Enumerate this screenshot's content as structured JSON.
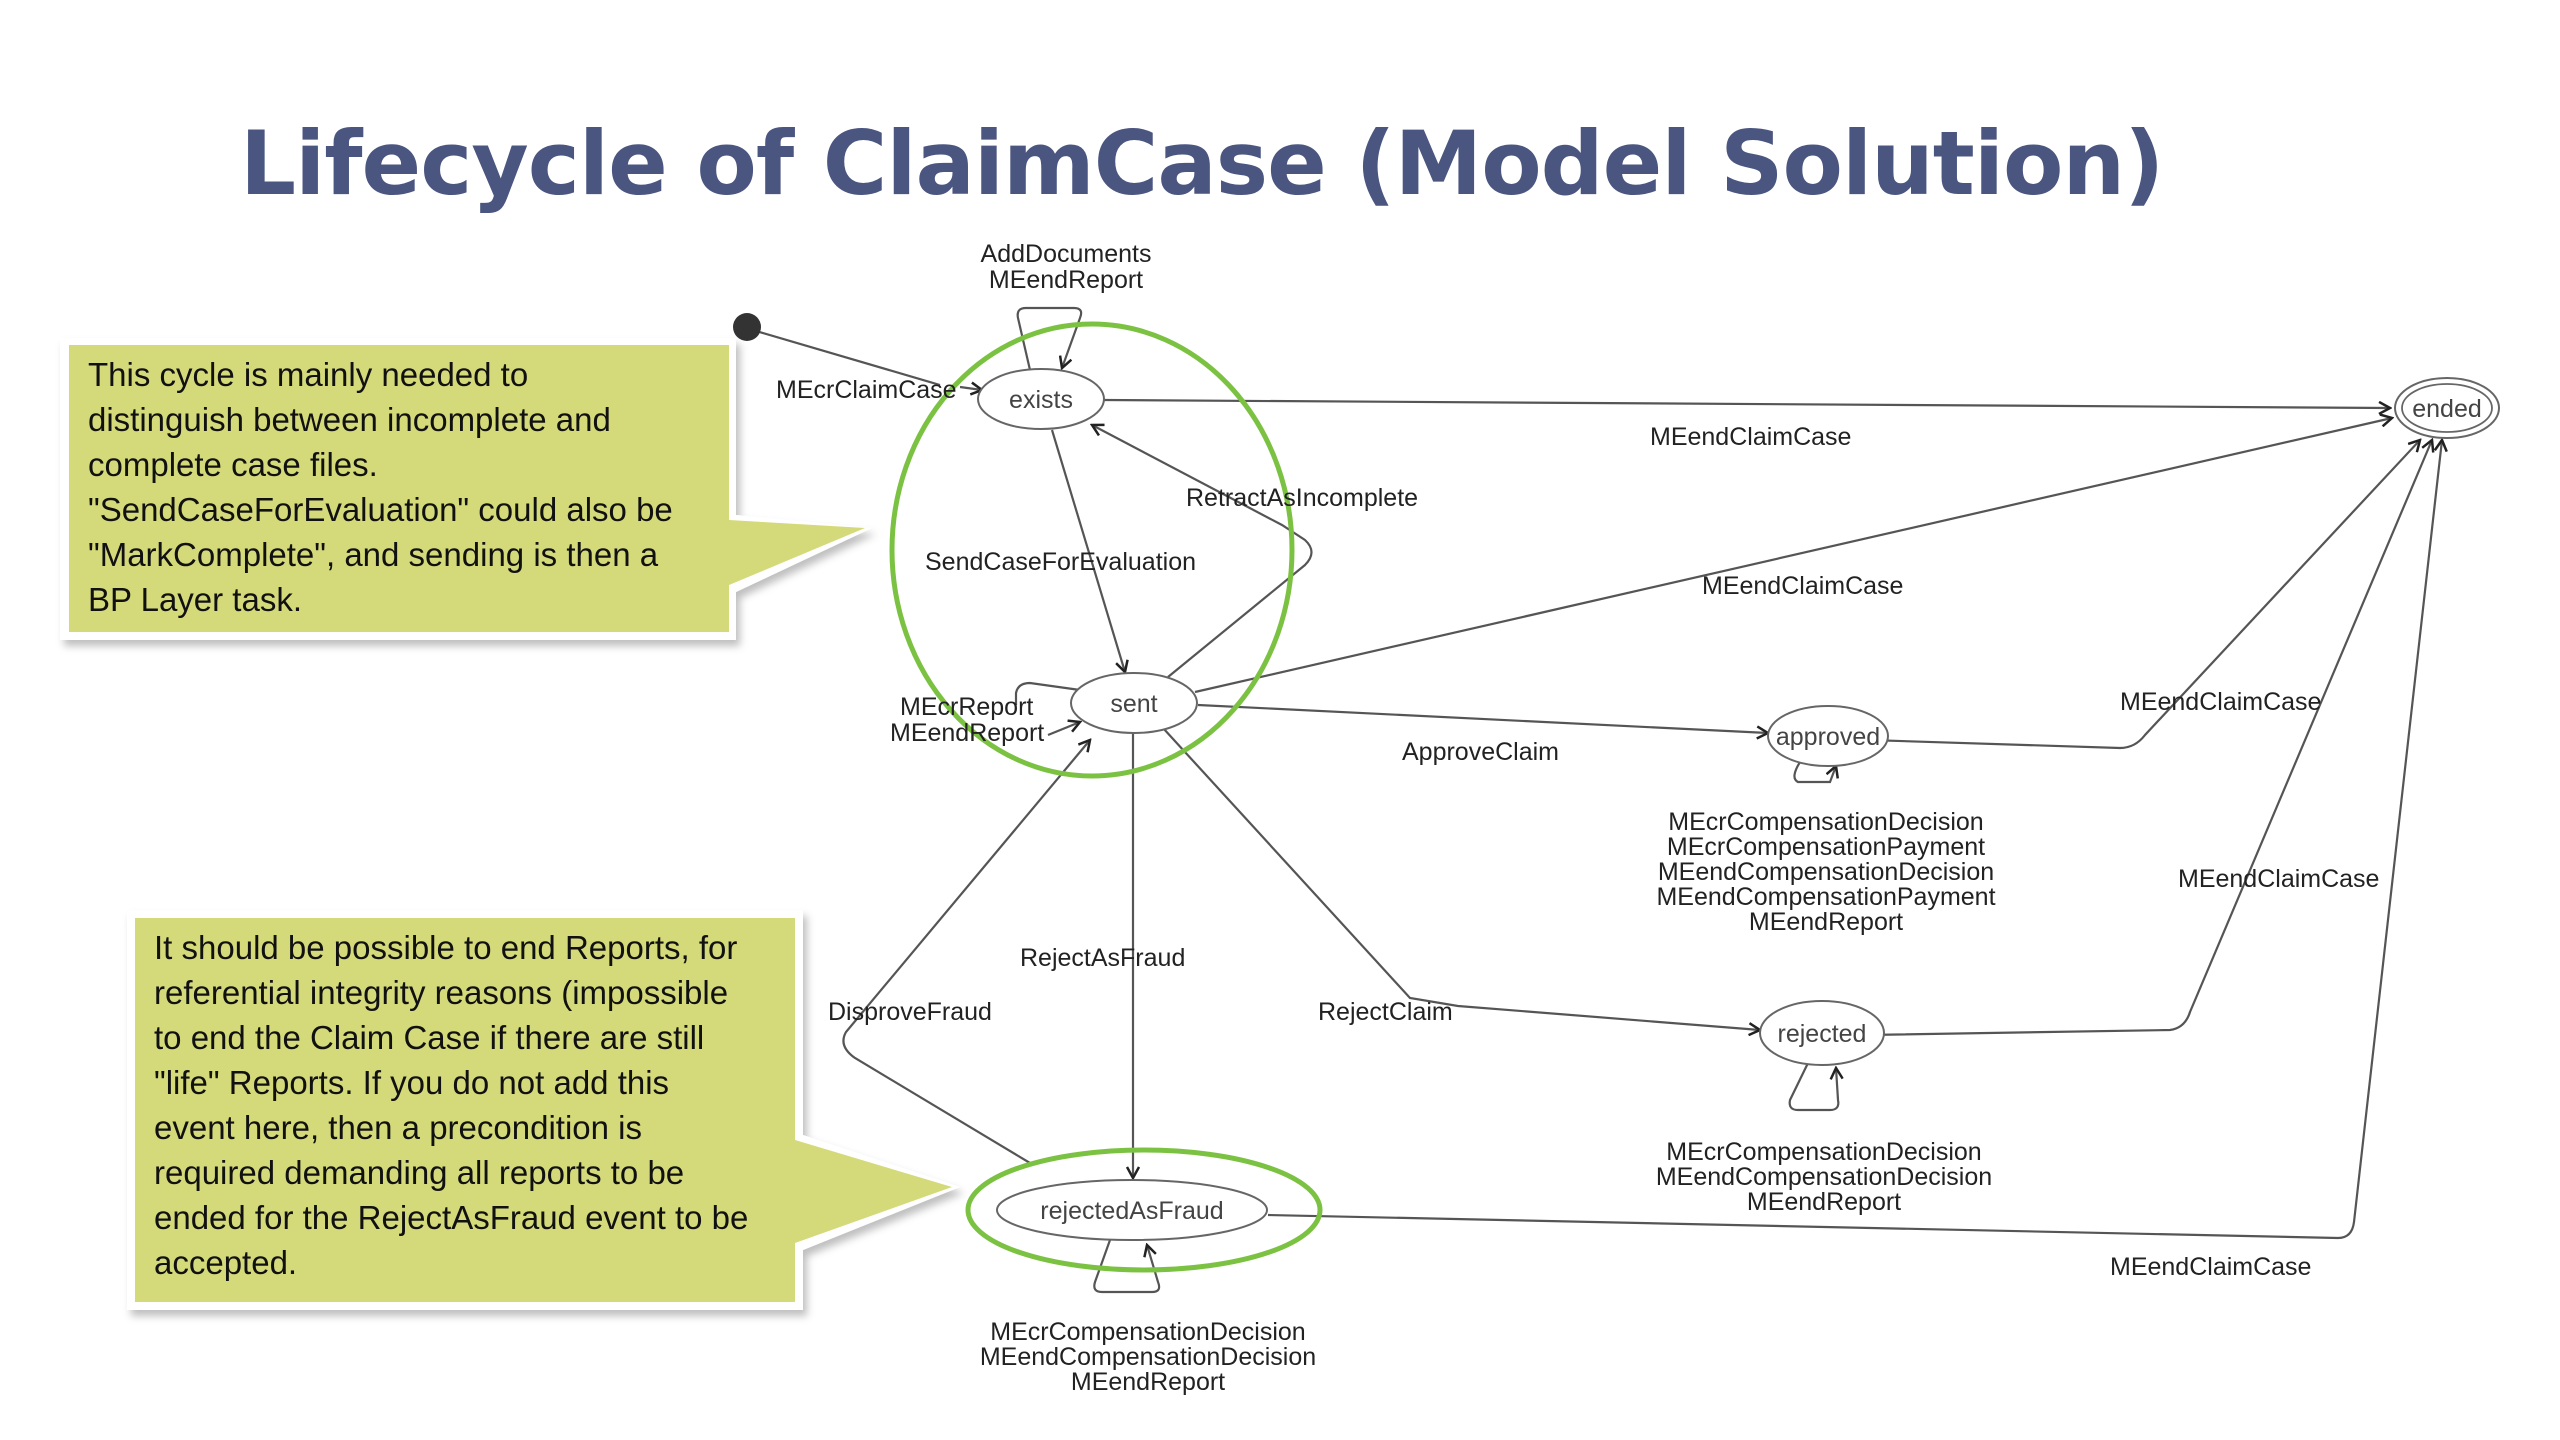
{
  "title": "Lifecycle of ClaimCase (Model Solution)",
  "colors": {
    "title": "#4a5580",
    "callout_fill": "#d4d97a",
    "highlight_green": "#7cc242",
    "edge": "#555555",
    "node_stroke": "#666666"
  },
  "callouts": [
    {
      "id": "callout-cycle",
      "text": "This cycle is mainly needed to\ndistinguish between incomplete and\ncomplete case files.\n\"SendCaseForEvaluation\" could also be\n\"MarkComplete\", and sending is then a\nBP Layer task."
    },
    {
      "id": "callout-reports",
      "text": "It should be possible to end Reports, for\nreferential integrity reasons (impossible\nto end the Claim Case if there are still\n\"life\" Reports. If you do not add this\nevent here, then a precondition is\nrequired demanding all reports to be\nended for the RejectAsFraud event to be\naccepted."
    }
  ],
  "states": {
    "exists": "exists",
    "sent": "sent",
    "approved": "approved",
    "rejected": "rejected",
    "rejectedAsFraud": "rejectedAsFraud",
    "ended": "ended"
  },
  "transitions": {
    "initial_to_exists": "MEcrClaimCase",
    "exists_self": [
      "AddDocuments",
      "MEendReport"
    ],
    "exists_to_ended": "MEendClaimCase",
    "exists_to_sent": "SendCaseForEvaluation",
    "sent_to_exists": "RetractAsIncomplete",
    "sent_self": [
      "MEcrReport",
      "MEendReport"
    ],
    "sent_to_ended": "MEendClaimCase",
    "sent_to_approved": "ApproveClaim",
    "sent_to_rejectedAsFraud": "RejectAsFraud",
    "sent_to_rejected": "RejectClaim",
    "rejectedAsFraud_to_sent": "DisproveFraud",
    "approved_self": [
      "MEcrCompensationDecision",
      "MEcrCompensationPayment",
      "MEendCompensationDecision",
      "MEendCompensationPayment",
      "MEendReport"
    ],
    "approved_to_ended": "MEendClaimCase",
    "rejected_self": [
      "MEcrCompensationDecision",
      "MEendCompensationDecision",
      "MEendReport"
    ],
    "rejected_to_ended": "MEendClaimCase",
    "rejectedAsFraud_self": [
      "MEcrCompensationDecision",
      "MEendCompensationDecision",
      "MEendReport"
    ],
    "rejectedAsFraud_to_ended": "MEendClaimCase"
  }
}
